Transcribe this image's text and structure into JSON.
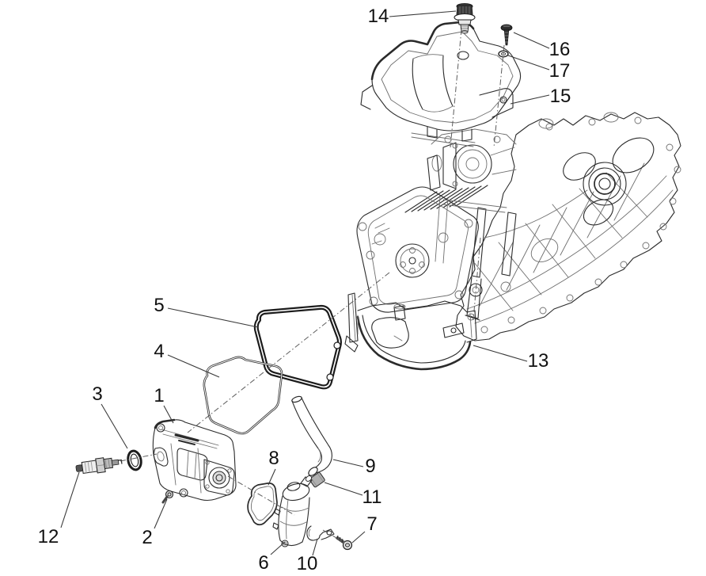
{
  "diagram": {
    "type": "exploded-parts-diagram",
    "colors": {
      "background": "#ffffff",
      "line": "#2b2b2b",
      "line_light": "#6f6f6f",
      "label": "#111111",
      "metal_fill": "#b0b0b0",
      "dark_fill": "#3a3a3a"
    },
    "callouts": {
      "c1": {
        "label": "1"
      },
      "c2": {
        "label": "2"
      },
      "c3": {
        "label": "3"
      },
      "c4": {
        "label": "4"
      },
      "c5": {
        "label": "5"
      },
      "c6": {
        "label": "6"
      },
      "c7": {
        "label": "7"
      },
      "c8": {
        "label": "8"
      },
      "c9": {
        "label": "9"
      },
      "c10": {
        "label": "10"
      },
      "c11": {
        "label": "11"
      },
      "c12": {
        "label": "12"
      },
      "c13": {
        "label": "13"
      },
      "c14": {
        "label": "14"
      },
      "c15": {
        "label": "15"
      },
      "c16": {
        "label": "16"
      },
      "c17": {
        "label": "17"
      }
    }
  }
}
